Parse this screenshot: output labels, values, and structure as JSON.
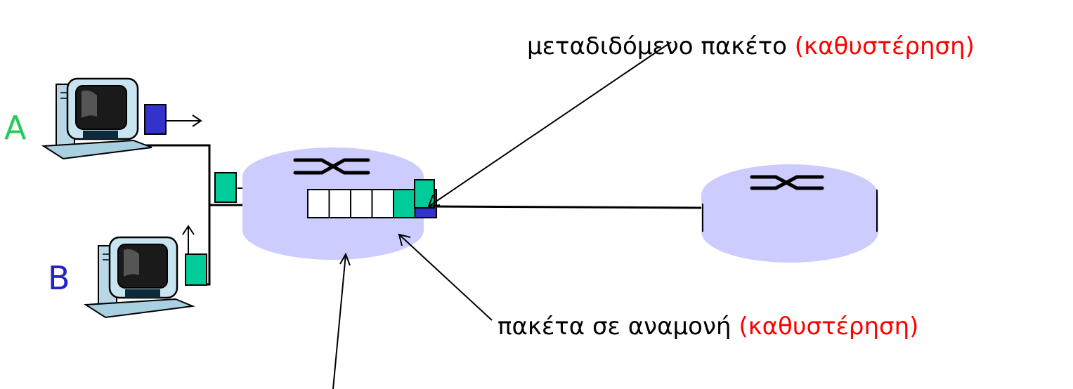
{
  "hosts": {
    "a": {
      "label": "A",
      "color": "#22cc55"
    },
    "b": {
      "label": "B",
      "color": "#2222cc"
    }
  },
  "annotations": {
    "transmitted": {
      "text": "μεταδιδόμενο πακέτο ",
      "delay": "(καθυστέρηση)"
    },
    "queued": {
      "text": "πακέτα σε αναμονή ",
      "delay": "(καθυστέρηση)"
    }
  },
  "queue": {
    "capacity": 6,
    "waiting_packets": 2
  },
  "colors": {
    "router_fill": "#ccccff",
    "packet_green": "#00cc99",
    "packet_blue": "#3333cc",
    "delay_text": "#ff0000"
  }
}
